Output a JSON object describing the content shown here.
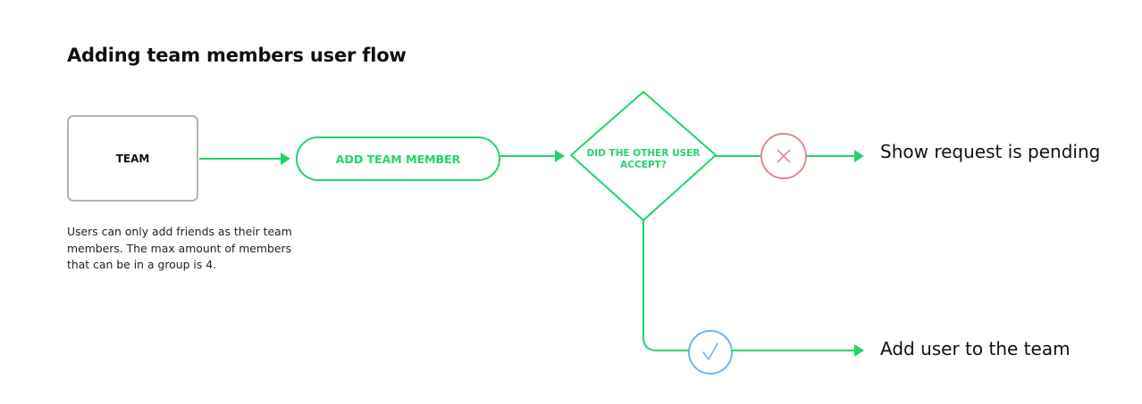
{
  "title": "Adding team members user flow",
  "nodes": {
    "team": "TEAM",
    "add_member": "ADD TEAM MEMBER",
    "decision": [
      "DID THE OTHER USER",
      "ACCEPT?"
    ]
  },
  "note_lines": [
    "Users can only add friends as their team",
    "members. The max amount of members",
    "that can be in a group is 4."
  ],
  "outcomes": {
    "rejected": "Show request is pending",
    "accepted": "Add user to the team"
  },
  "icons": {
    "rejected": "close-icon",
    "accepted": "checkmark-icon"
  },
  "colors": {
    "flow": "#22d46a",
    "reject": "#e08a8a",
    "accept": "#6fb6e6",
    "box_border": "#b3b3b3"
  }
}
